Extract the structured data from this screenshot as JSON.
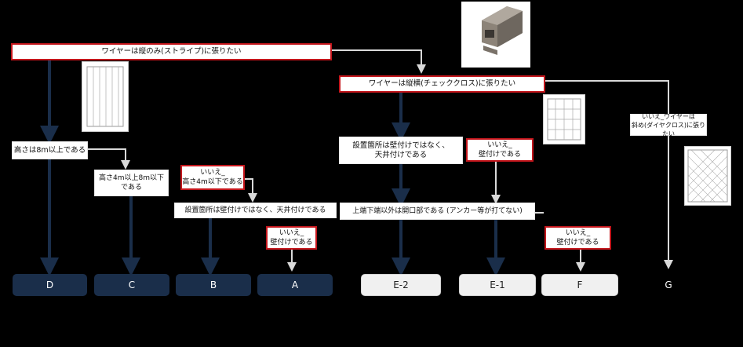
{
  "questions": {
    "stripe": "ワイヤーは縦のみ(ストライプ)に張りたい",
    "check": "ワイヤーは縦横(チェッククロス)に張りたい",
    "diagonal": "いいえ_ワイヤーは\n斜め(ダイヤクロス)に張りたい",
    "height8m": "高さは8m以上である",
    "height4to8": "高さ4m以上8m以下\nである",
    "height4no": "いいえ_\n高さ4m以下である",
    "wall_left": "設置箇所は壁付けではなく、天井付けである",
    "wall_left_no": "いいえ_\n壁付けである",
    "wall_right": "設置箇所は壁付けではなく、\n天井付けである",
    "wall_right_no": "いいえ_\n壁付けである",
    "anchor": "上端下端以外は開口部である (アンカー等が打てない)",
    "anchor_no": "いいえ_\n壁付けである"
  },
  "results": {
    "D": "D",
    "C": "C",
    "B": "B",
    "A": "A",
    "E2": "E-2",
    "E1": "E-1",
    "F": "F",
    "G": "G"
  },
  "colors": {
    "dark_arrow": "#1a2e4a",
    "light_arrow": "#d9d9d9",
    "question_border": "#c4161c"
  },
  "icons": {
    "rail": "aluminium-rail-profile-image",
    "stripe": "stripe-wire-thumbnail",
    "check": "check-cross-wire-thumbnail",
    "diamond": "diamond-cross-wire-thumbnail"
  }
}
